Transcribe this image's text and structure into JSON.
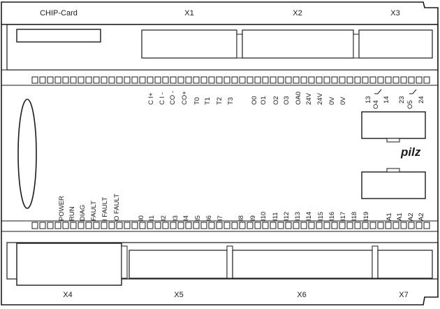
{
  "headers": {
    "chip_card": "CHIP-Card",
    "x1": "X1",
    "x2": "X2",
    "x3": "X3",
    "x4": "X4",
    "x5": "X5",
    "x6": "X6",
    "x7": "X7"
  },
  "brand": "pilz",
  "top_terminals": [
    "C I+",
    "C I -",
    "CO -",
    "CO+",
    "T0",
    "T1",
    "T2",
    "T3",
    "O0",
    "O1",
    "O2",
    "O3",
    "OA0",
    "24V",
    "24V",
    "0V",
    "0V"
  ],
  "relay_labels": {
    "o4": "O4",
    "t13": "13",
    "t14": "14",
    "o5": "O5",
    "t23": "23",
    "t24": "24"
  },
  "led_labels": [
    "POWER",
    "RUN",
    "DIAG",
    "FAULT",
    "I FAULT",
    "O FAULT"
  ],
  "bottom_terminals": [
    "I0",
    "I1",
    "I2",
    "I3",
    "I4",
    "I5",
    "I6",
    "I7",
    "I8",
    "I9",
    "I10",
    "I11",
    "I12",
    "I13",
    "I14",
    "I15",
    "I16",
    "I17",
    "I18",
    "I19",
    "A1",
    "A1",
    "A2",
    "A2"
  ]
}
